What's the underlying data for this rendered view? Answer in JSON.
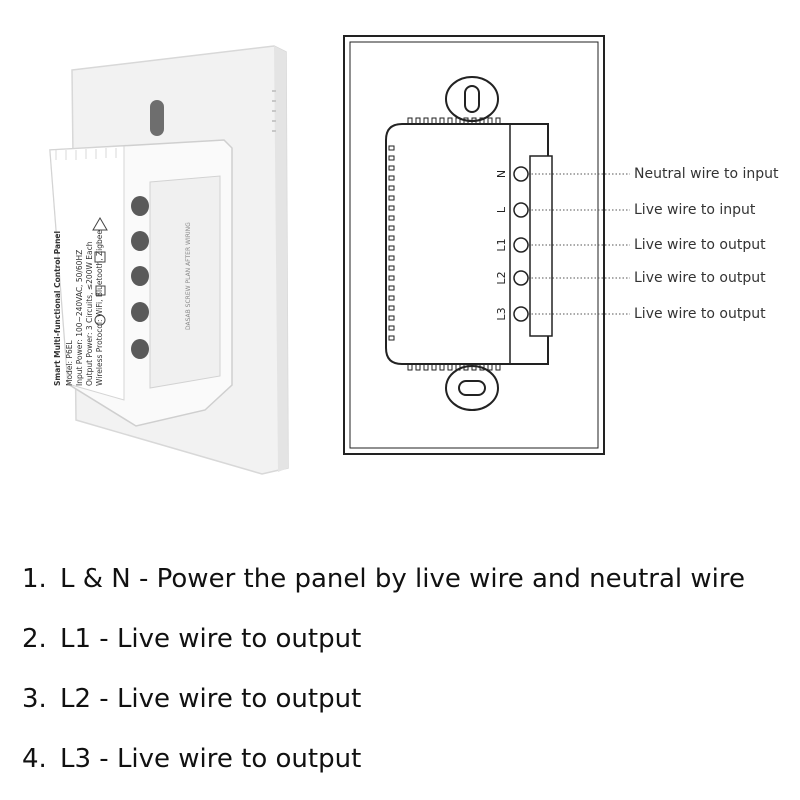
{
  "product_label": {
    "title": "Smart Multi-functional Control Panel",
    "model": "Model: P6EL",
    "input_power": "Input Power: 100~240VAC, 50/60HZ",
    "output_power": "Output Power: 3 Circuits, ≤200W Each",
    "protocol": "Wireless Protocol: WiFi, Bluetooth, Zigbee",
    "connector_text": "DASAB SCREW PLAN AFTER WIRING"
  },
  "terminals": [
    {
      "label": "N",
      "callout": "Neutral wire to input"
    },
    {
      "label": "L",
      "callout": "Live wire to input"
    },
    {
      "label": "L1",
      "callout": "Live wire to output"
    },
    {
      "label": "L2",
      "callout": "Live wire to output"
    },
    {
      "label": "L3",
      "callout": "Live wire to output"
    }
  ],
  "instructions": [
    {
      "num": "1.",
      "text": "L & N - Power the panel by live wire and neutral wire"
    },
    {
      "num": "2.",
      "text": "L1 - Live wire to output"
    },
    {
      "num": "3.",
      "text": "L2 - Live wire to output"
    },
    {
      "num": "4.",
      "text": "L3 - Live wire to output"
    }
  ]
}
